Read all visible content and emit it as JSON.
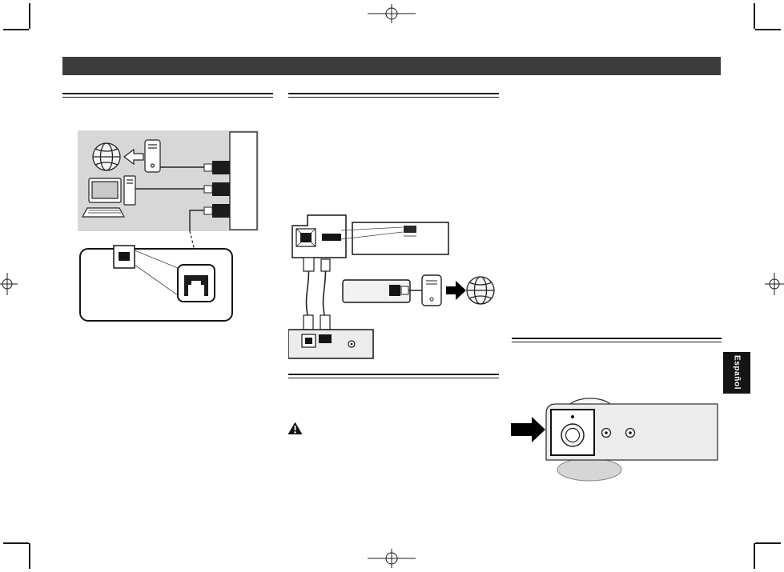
{
  "page": {
    "kind": "scanned-manual-page",
    "language_tab": "Español"
  },
  "colors": {
    "header_bar": "#3b3b3b",
    "diagram_bg": "#d7d7d7",
    "device_fill": "#ececec",
    "tab_bg": "#141414",
    "tab_text": "#ffffff",
    "ink": "#1a1a1a",
    "rule": "#1c1c1c"
  },
  "print_marks": {
    "corner_crop_marks": 4,
    "registration_targets": [
      "top-center",
      "bottom-center",
      "left-center",
      "right-center"
    ]
  },
  "sections": {
    "left_column": {
      "heading_rule": true,
      "diagram": {
        "name": "home-network-connection",
        "elements": [
          "internet-globe",
          "arrow-left",
          "modem",
          "broadband-router",
          "router-lan-ports",
          "desktop-computer",
          "ethernet-cables",
          "lan-cable-plug",
          "device-rear-panel",
          "lan-terminal",
          "lan-terminal-magnified"
        ]
      }
    },
    "middle_column": {
      "heading_rule": true,
      "diagram": {
        "name": "lan-usb-connection",
        "elements": [
          "device-rear-panel",
          "lan-terminal",
          "usb-terminal",
          "rear-view-callout",
          "lan-cable",
          "usb-cable",
          "media-device",
          "broadband-router",
          "modem",
          "arrow-right",
          "internet-globe"
        ]
      },
      "second_heading_rule": true,
      "warning_icon": "warning-triangle"
    },
    "right_column": {
      "heading_rule": true,
      "diagram": {
        "name": "unit-top-controls",
        "elements": [
          "pointer-arrow",
          "unit-body",
          "dial-edge",
          "control-frame",
          "indicator-dot",
          "rotary-knob",
          "jack-left",
          "jack-right",
          "unit-foot"
        ]
      }
    }
  }
}
